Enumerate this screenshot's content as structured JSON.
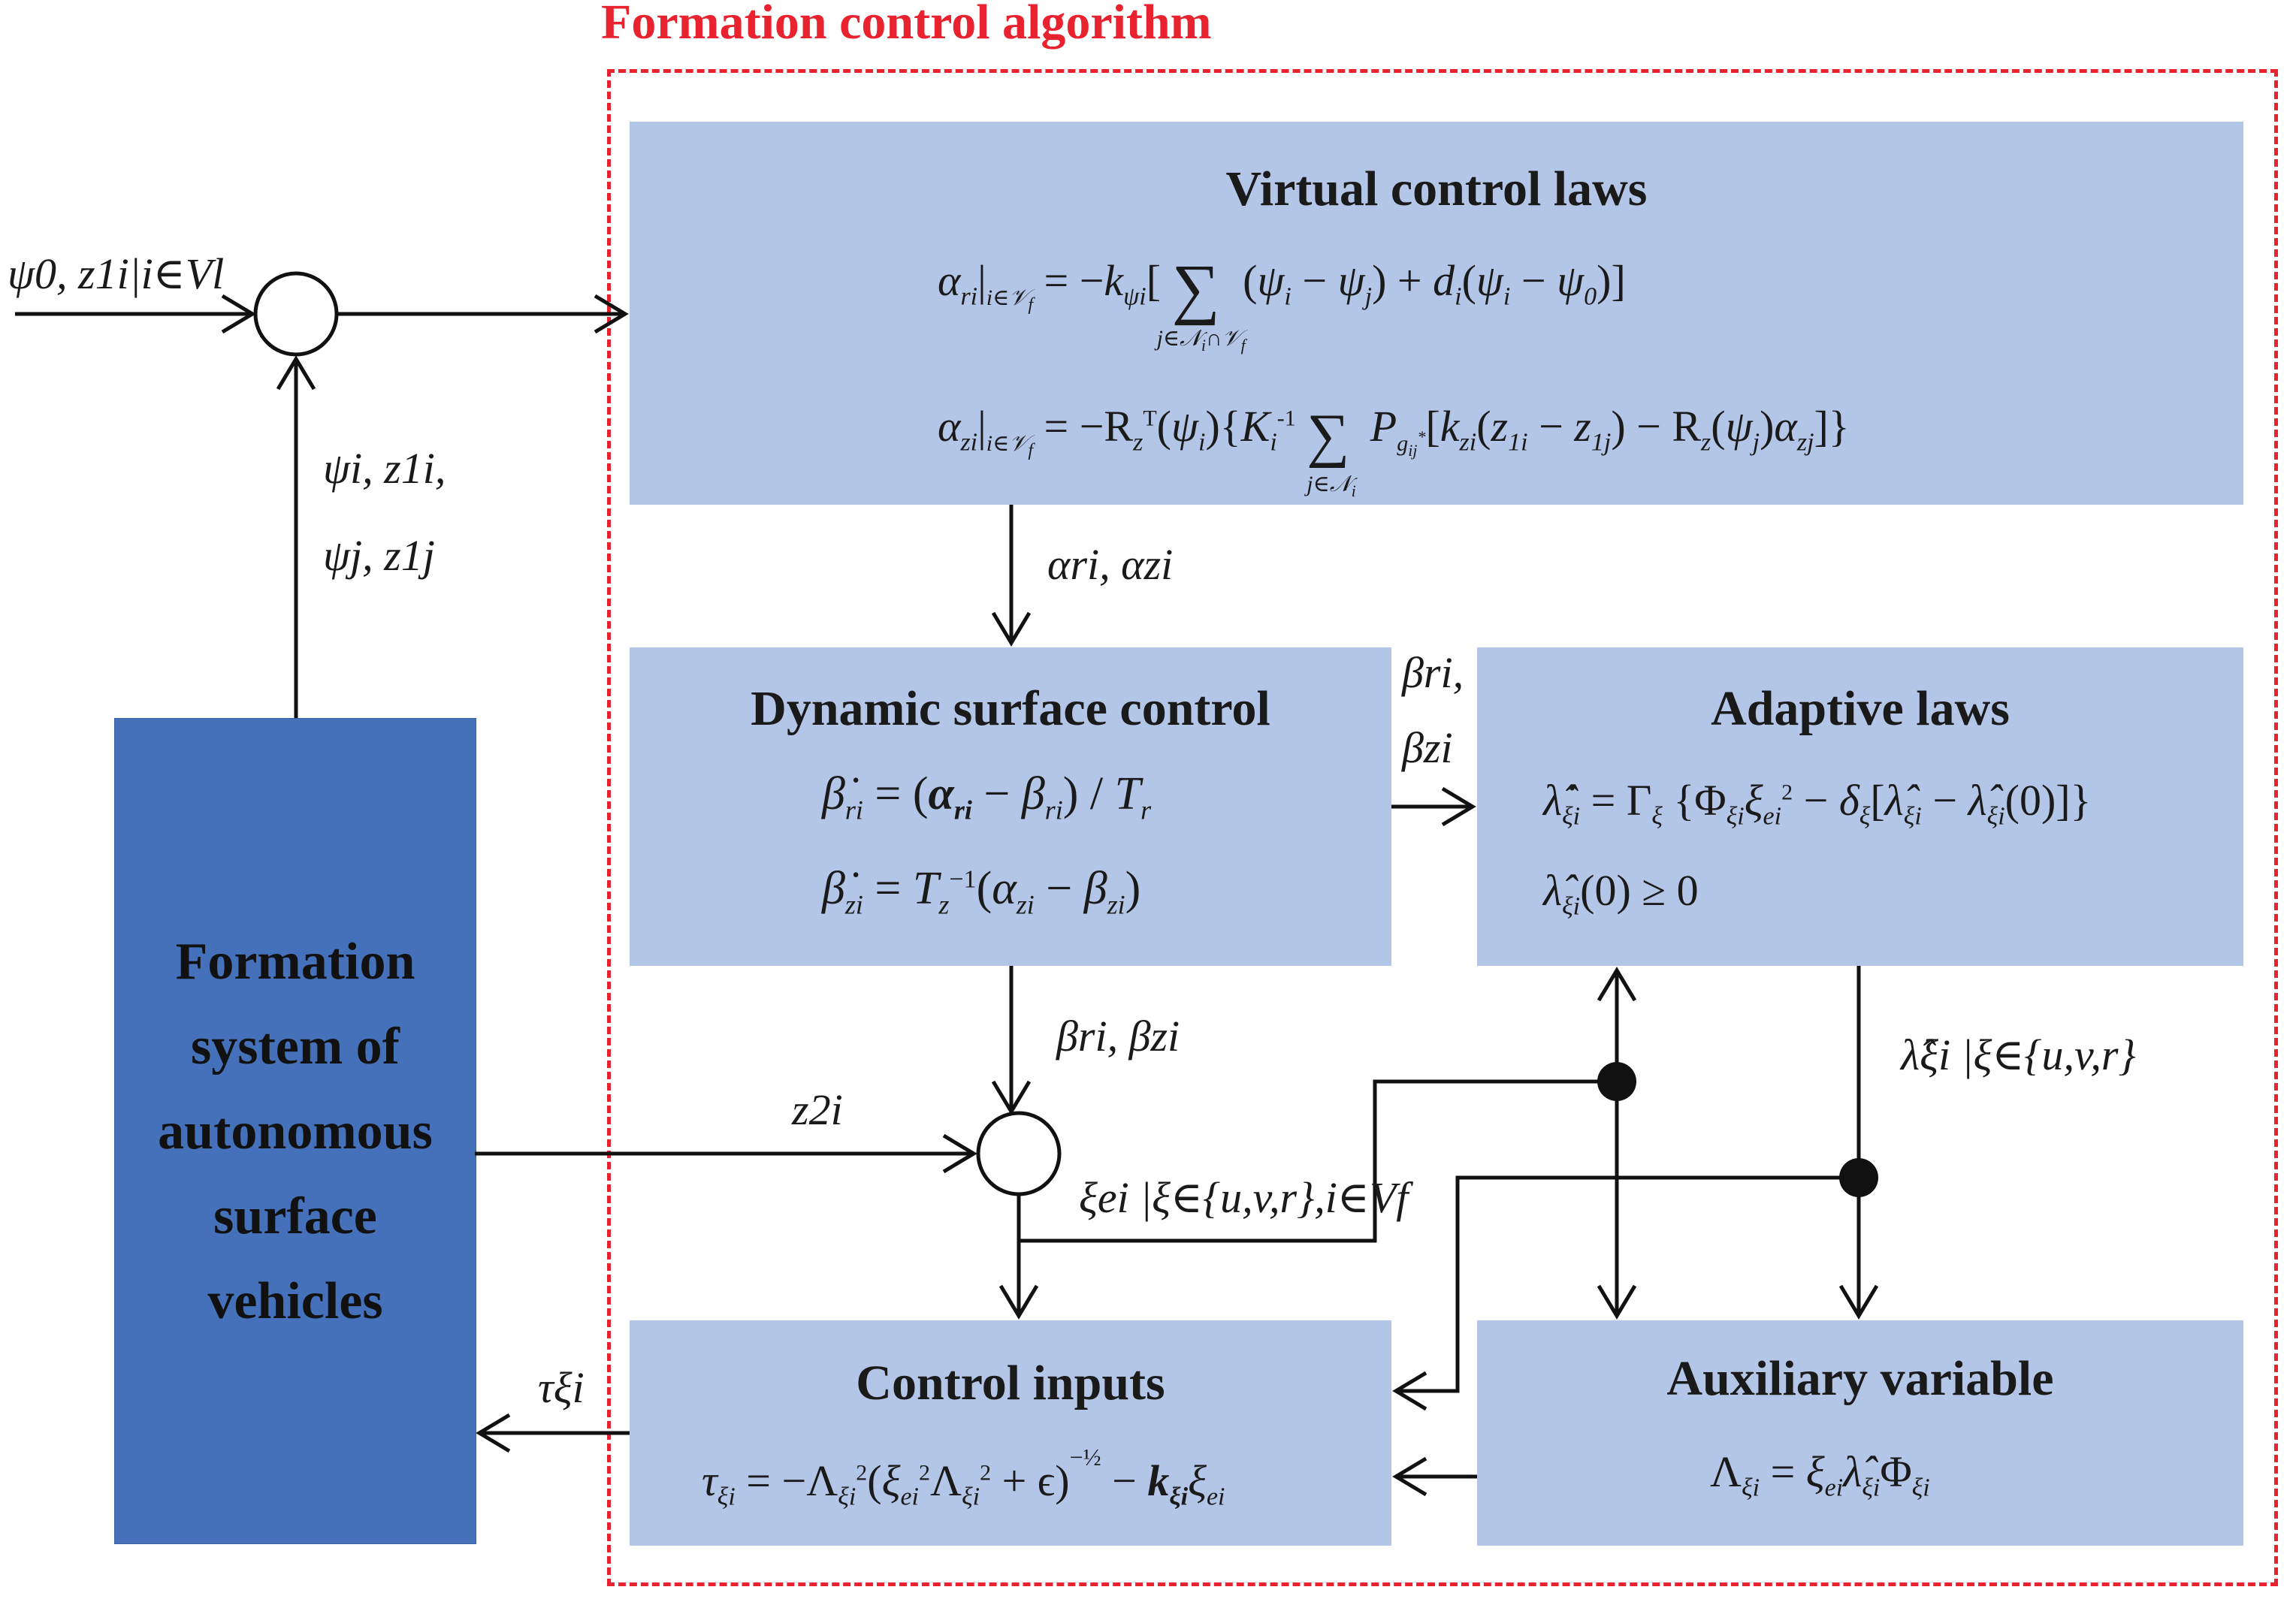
{
  "region_title": "Formation control algorithm",
  "blocks": {
    "virtual": {
      "title": "Virtual control laws",
      "eq1": "α_ri|i∈V_f = −k_ψi[ Σ_{j∈N_i∩V_f} (ψ_i − ψ_j) + d_i(ψ_i − ψ_0) ]",
      "eq2": "α_zi|i∈V_f = −R_z^T(ψ_i){ K_i^-1 Σ_{j∈N_i} P_g*ij [ k_zi(z_1i − z_1j) − R_z(ψ_j)α_zj ] }"
    },
    "dsc": {
      "title": "Dynamic surface control",
      "eq1": "β̇_ri = (α_ri − β_ri) / T_r",
      "eq2": "β̇_zi = T_z^-1 (α_zi − β_zi)"
    },
    "adaptive": {
      "title": "Adaptive laws",
      "eq1": "λ̂̇_ξi = Γ_ξ { Φ_ξi ξ_ei^2 − δ_ξ [ λ̂_ξi − λ̂_ξi(0) ] }",
      "eq2": "λ̂_ξi(0) ≥ 0"
    },
    "control": {
      "title": "Control inputs",
      "eq1": "τ_ξi = −Λ_ξi^2 (ξ_ei^2 Λ_ξi^2 + ε)^(−1/2) − k_ξi ξ_ei"
    },
    "auxiliary": {
      "title": "Auxiliary variable",
      "eq1": "Λ_ξi = ξ_ei λ̂_ξi Φ_ξi"
    },
    "system": {
      "lines": [
        "Formation",
        "system of",
        "autonomous",
        "surface",
        "vehicles"
      ]
    }
  },
  "signals": {
    "input": "ψ0, z1i|i∈Vl",
    "feedback_1": "ψi, z1i,",
    "feedback_2": "ψj, z1j",
    "alpha": "αri, αzi",
    "beta_pair_1": "βri,",
    "beta_pair_2": "βzi",
    "beta_down": "βri, βzi",
    "z2": "z2i",
    "xi_err": "ξei |ξ∈{u,v,r},i∈Vf",
    "lambda_hat": "λ̂ξi |ξ∈{u,v,r}",
    "tau": "τξi"
  },
  "colors": {
    "block_fill": "#b4c6e7",
    "system_fill": "#4471b9",
    "region_border": "#e8232f",
    "line": "#111111"
  }
}
